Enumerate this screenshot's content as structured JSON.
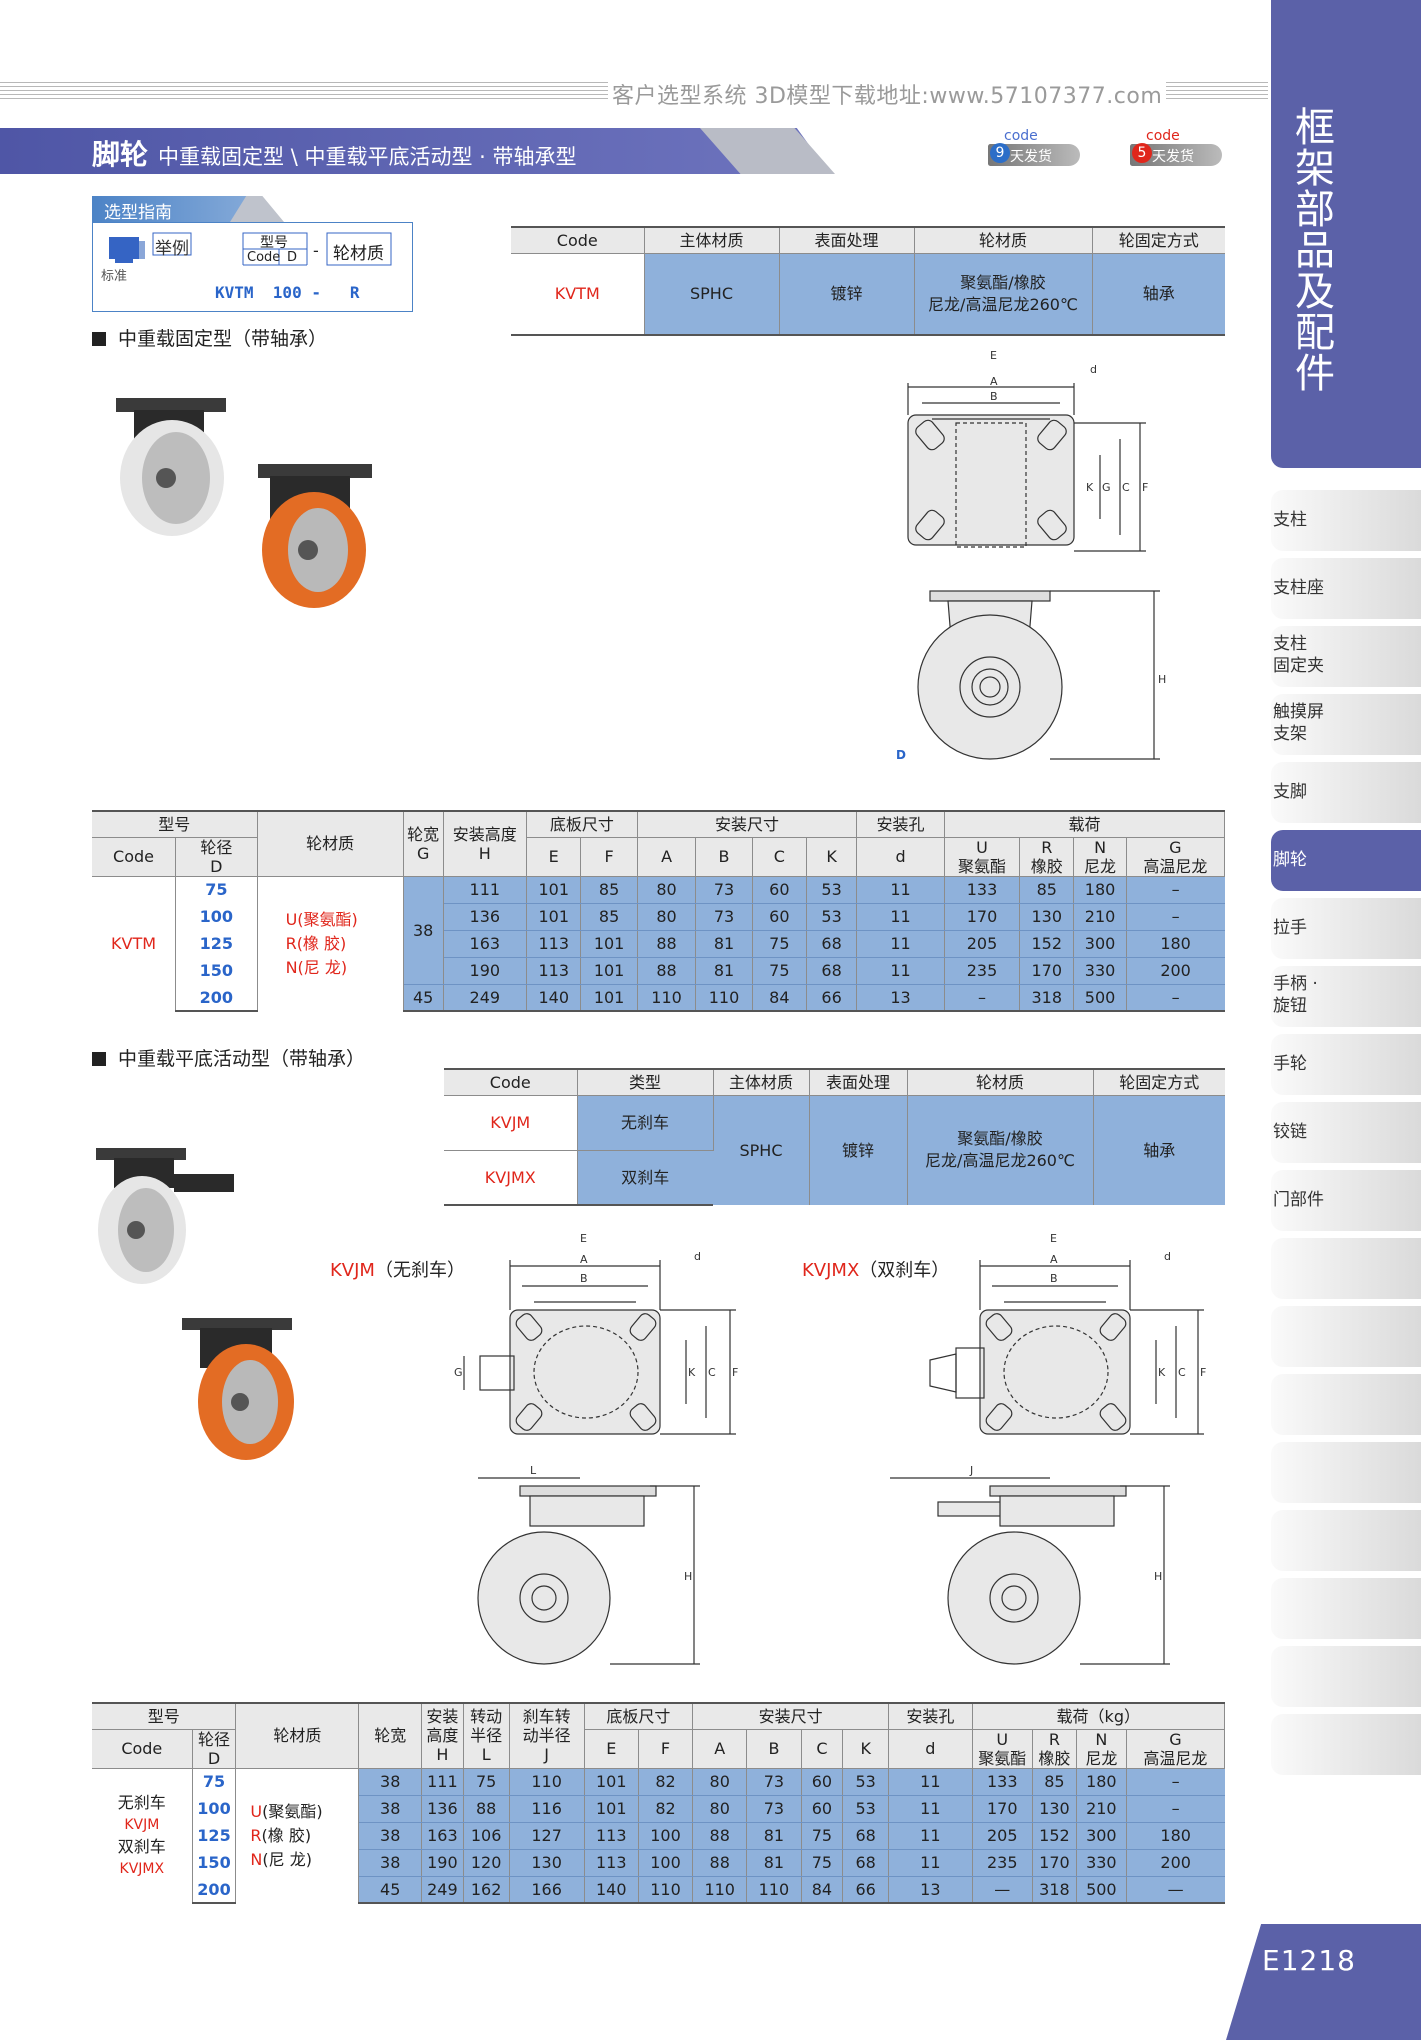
{
  "header": {
    "site_banner": "客户选型系统  3D模型下载地址:www.57107377.com",
    "title_main": "脚轮",
    "title_sub": "中重载固定型 \\ 中重载平底活动型 · 带轴承型",
    "badge1": {
      "code": "code",
      "num": "9",
      "text": "天发货"
    },
    "badge2": {
      "code": "code",
      "num": "5",
      "text": "天发货"
    }
  },
  "sidebar": {
    "title": "框架部品及配件",
    "items": [
      "支柱",
      "支柱座",
      "支柱\n固定夹",
      "触摸屏\n支架",
      "支脚",
      "脚轮",
      "拉手",
      "手柄 ·\n旋钮",
      "手轮",
      "铰链",
      "门部件",
      "",
      "",
      "",
      "",
      "",
      "",
      "",
      ""
    ],
    "active": "脚轮",
    "page": "E1218"
  },
  "guide": {
    "label": "选型指南",
    "example": "举例",
    "standard": "标准",
    "model": "型号",
    "code": "Code",
    "d": "D",
    "wheel_material": "轮材质",
    "sample": "KVTM  100 -   R",
    "dash": "-"
  },
  "section1": {
    "title": "中重载固定型（带轴承）",
    "spec_headers": [
      "Code",
      "主体材质",
      "表面处理",
      "轮材质",
      "轮固定方式"
    ],
    "spec_row": {
      "code": "KVTM",
      "body": "SPHC",
      "surface": "镀锌",
      "wheel": "聚氨酯/橡胶\n尼龙/高温尼龙260℃",
      "fix": "轴承"
    }
  },
  "section2": {
    "title": "中重载平底活动型（带轴承）",
    "spec_headers": [
      "Code",
      "类型",
      "主体材质",
      "表面处理",
      "轮材质",
      "轮固定方式"
    ],
    "rows": [
      {
        "code": "KVJM",
        "type": "无刹车"
      },
      {
        "code": "KVJMX",
        "type": "双刹车"
      }
    ],
    "body": "SPHC",
    "surface": "镀锌",
    "wheel": "聚氨酯/橡胶\n尼龙/高温尼龙260℃",
    "fix": "轴承",
    "label_kvjm": "KVJM",
    "label_kvjm_note": "（无刹车）",
    "label_kvjmx": "KVJMX",
    "label_kvjmx_note": "（双刹车）"
  },
  "table1": {
    "h_model": "型号",
    "h_code": "Code",
    "h_d": "轮径\nD",
    "h_wheel": "轮材质",
    "h_g": "轮宽\nG",
    "h_h": "安装高度\nH",
    "h_base": "底板尺寸",
    "h_mount": "安装尺寸",
    "h_hole": "安装孔",
    "h_load": "载荷",
    "sub": [
      "E",
      "F",
      "A",
      "B",
      "C",
      "K",
      "d"
    ],
    "load_cols": [
      "U\n聚氨酯",
      "R\n橡胶",
      "N\n尼龙",
      "G\n高温尼龙"
    ],
    "code": "KVTM",
    "materials": [
      {
        "k": "U",
        "v": "(聚氨酯)"
      },
      {
        "k": "R",
        "v": "(橡    胶)"
      },
      {
        "k": "N",
        "v": "(尼    龙)"
      }
    ],
    "rows": [
      {
        "D": "75",
        "G": "38",
        "H": "111",
        "E": "101",
        "F": "85",
        "A": "80",
        "B": "73",
        "C": "60",
        "K": "53",
        "d": "11",
        "U": "133",
        "R": "85",
        "N": "180",
        "Gt": "–"
      },
      {
        "D": "100",
        "G": "",
        "H": "136",
        "E": "101",
        "F": "85",
        "A": "80",
        "B": "73",
        "C": "60",
        "K": "53",
        "d": "11",
        "U": "170",
        "R": "130",
        "N": "210",
        "Gt": "–"
      },
      {
        "D": "125",
        "G": "",
        "H": "163",
        "E": "113",
        "F": "101",
        "A": "88",
        "B": "81",
        "C": "75",
        "K": "68",
        "d": "11",
        "U": "205",
        "R": "152",
        "N": "300",
        "Gt": "180"
      },
      {
        "D": "150",
        "G": "",
        "H": "190",
        "E": "113",
        "F": "101",
        "A": "88",
        "B": "81",
        "C": "75",
        "K": "68",
        "d": "11",
        "U": "235",
        "R": "170",
        "N": "330",
        "Gt": "200"
      },
      {
        "D": "200",
        "G": "45",
        "H": "249",
        "E": "140",
        "F": "101",
        "A": "110",
        "B": "110",
        "C": "84",
        "K": "66",
        "d": "13",
        "U": "–",
        "R": "318",
        "N": "500",
        "Gt": "–"
      }
    ]
  },
  "table2": {
    "h_model": "型号",
    "h_code": "Code",
    "h_d": "轮径\nD",
    "h_wheel": "轮材质",
    "h_g": "轮宽",
    "h_h": "安装\n高度\nH",
    "h_l": "转动\n半径\nL",
    "h_j": "刹车转\n动半径\nJ",
    "h_base": "底板尺寸",
    "h_mount": "安装尺寸",
    "h_hole": "安装孔",
    "h_load": "载荷（kg）",
    "sub": [
      "E",
      "F",
      "A",
      "B",
      "C",
      "K",
      "d"
    ],
    "load_cols": [
      "U\n聚氨酯",
      "R\n橡胶",
      "N\n尼龙",
      "G\n高温尼龙"
    ],
    "codes": [
      {
        "t": "无刹车",
        "c": "KVJM"
      },
      {
        "t": "双刹车",
        "c": "KVJMX"
      }
    ],
    "materials": [
      {
        "k": "U",
        "v": "(聚氨酯)"
      },
      {
        "k": "R",
        "v": "(橡    胶)"
      },
      {
        "k": "N",
        "v": "(尼    龙)"
      }
    ],
    "rows": [
      {
        "D": "75",
        "G": "38",
        "H": "111",
        "L": "75",
        "J": "110",
        "E": "101",
        "F": "82",
        "A": "80",
        "B": "73",
        "C": "60",
        "K": "53",
        "d": "11",
        "U": "133",
        "R": "85",
        "N": "180",
        "Gt": "–"
      },
      {
        "D": "100",
        "G": "38",
        "H": "136",
        "L": "88",
        "J": "116",
        "E": "101",
        "F": "82",
        "A": "80",
        "B": "73",
        "C": "60",
        "K": "53",
        "d": "11",
        "U": "170",
        "R": "130",
        "N": "210",
        "Gt": "–"
      },
      {
        "D": "125",
        "G": "38",
        "H": "163",
        "L": "106",
        "J": "127",
        "E": "113",
        "F": "100",
        "A": "88",
        "B": "81",
        "C": "75",
        "K": "68",
        "d": "11",
        "U": "205",
        "R": "152",
        "N": "300",
        "Gt": "180"
      },
      {
        "D": "150",
        "G": "38",
        "H": "190",
        "L": "120",
        "J": "130",
        "E": "113",
        "F": "100",
        "A": "88",
        "B": "81",
        "C": "75",
        "K": "68",
        "d": "11",
        "U": "235",
        "R": "170",
        "N": "330",
        "Gt": "200"
      },
      {
        "D": "200",
        "G": "45",
        "H": "249",
        "L": "162",
        "J": "166",
        "E": "140",
        "F": "110",
        "A": "110",
        "B": "110",
        "C": "84",
        "K": "66",
        "d": "13",
        "U": "—",
        "R": "318",
        "N": "500",
        "Gt": "—"
      }
    ]
  },
  "dims": {
    "E": "E",
    "A": "A",
    "B": "B",
    "C": "C",
    "F": "F",
    "G": "G",
    "K": "K",
    "H": "H",
    "D": "D",
    "L": "L",
    "J": "J",
    "d": "d"
  }
}
